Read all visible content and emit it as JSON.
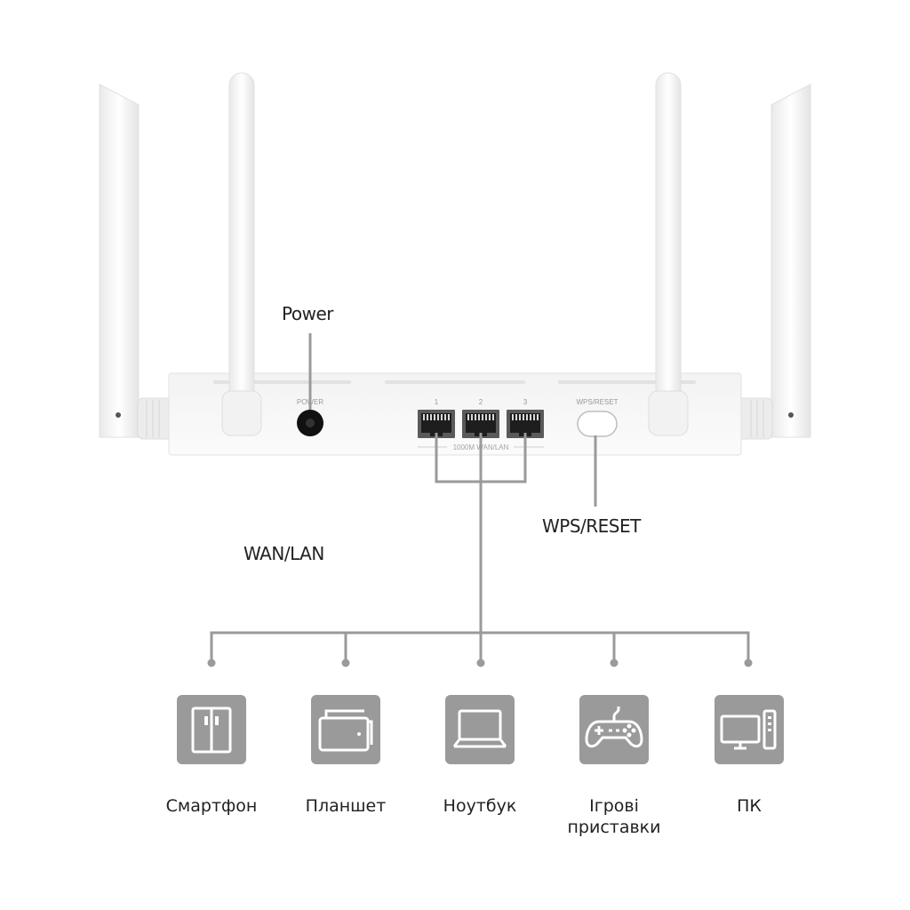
{
  "callouts": {
    "power": "Power",
    "wan_lan": "WAN/LAN",
    "wps_reset": "WPS/RESET"
  },
  "router": {
    "power_port_label": "POWER",
    "port_numbers": [
      "1",
      "2",
      "3"
    ],
    "ports_caption": "1000M WAN/LAN",
    "button_label": "WPS/RESET"
  },
  "devices": [
    {
      "icon": "smartphone-icon",
      "label": "Смартфон"
    },
    {
      "icon": "tablet-icon",
      "label": "Планшет"
    },
    {
      "icon": "laptop-icon",
      "label": "Ноутбук"
    },
    {
      "icon": "gamepad-icon",
      "label_line1": "Ігрові",
      "label_line2": "приставки"
    },
    {
      "icon": "pc-icon",
      "label": "ПК"
    }
  ],
  "colors": {
    "line": "#9a9a9a",
    "icon_tile": "#9a9a9a",
    "router_body": "#f6f6f6"
  }
}
